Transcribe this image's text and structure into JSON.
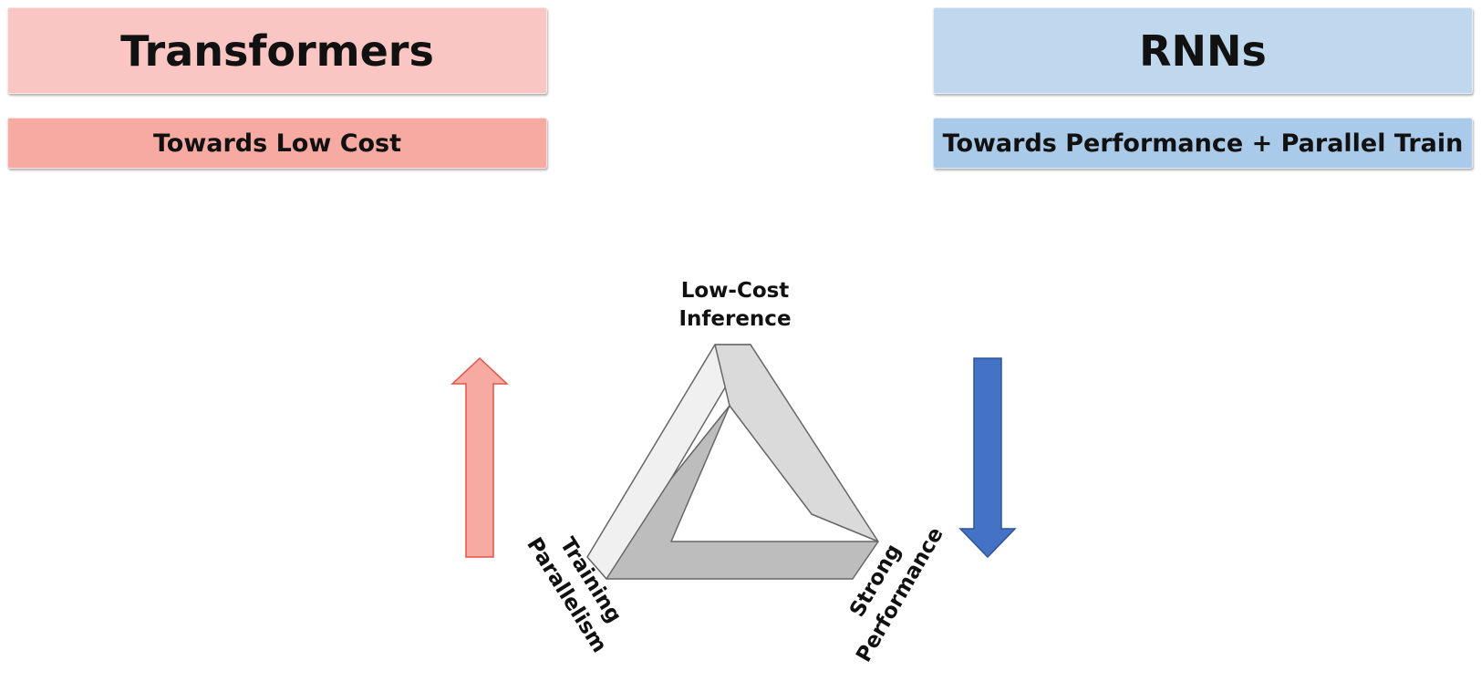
{
  "transformers": {
    "title": "Transformers",
    "subtitle": "Towards Low Cost",
    "title_color": "#f9c6c3",
    "subtitle_color": "#f6aaa2",
    "arrow": {
      "direction": "up",
      "fill": "#f6aaa2",
      "stroke": "#e0544a"
    }
  },
  "rnns": {
    "title": "RNNs",
    "subtitle": "Towards Performance + Parallel Train",
    "title_color": "#bfd8ee",
    "subtitle_color": "#a9cae9",
    "arrow": {
      "direction": "down",
      "fill": "#4472c4",
      "stroke": "#2f5597"
    }
  },
  "triangle": {
    "type": "impossible-triangle",
    "vertices": {
      "top": [
        "Low-Cost",
        "Inference"
      ],
      "bottom_left": [
        "Training",
        "Parallelism"
      ],
      "bottom_right": [
        "Strong",
        "Performance"
      ]
    },
    "face_colors": [
      "#f0f0f0",
      "#dadada",
      "#bdbdbd"
    ]
  }
}
